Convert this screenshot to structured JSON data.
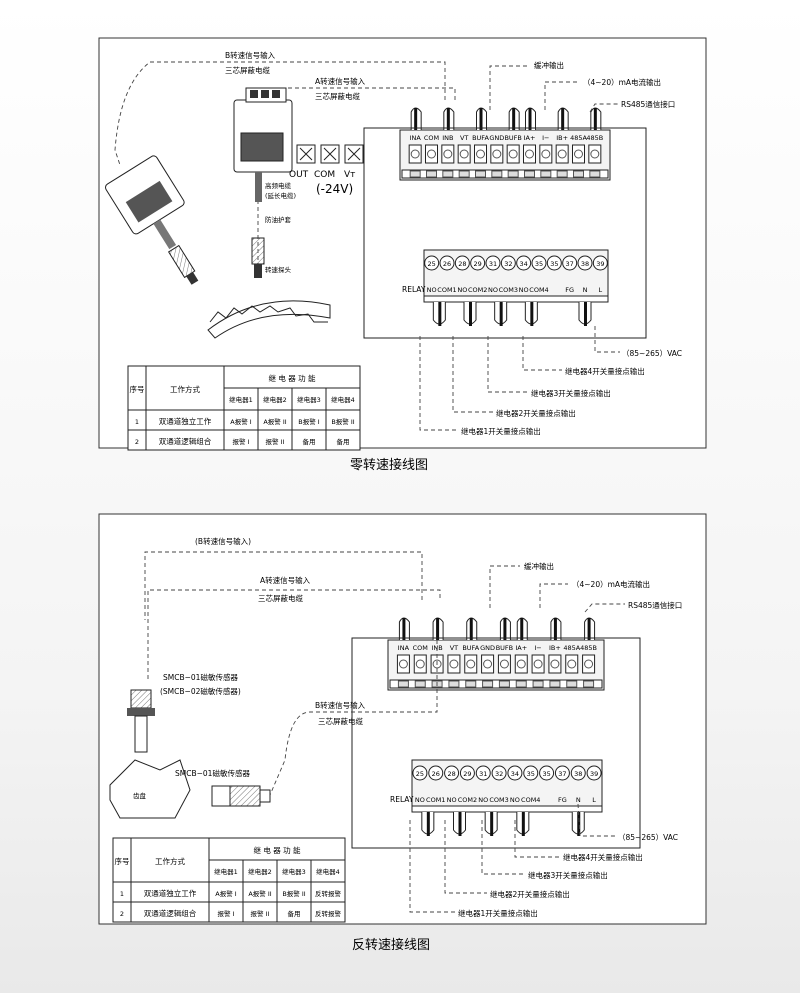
{
  "top": {
    "caption": "零转速接线图",
    "terminals_top": [
      "INA",
      "COM",
      "INB",
      "VT",
      "BUFA",
      "GND",
      "BUFB",
      "IA+",
      "I−",
      "IB+",
      "485A",
      "485B"
    ],
    "relay_nums": [
      "25",
      "26",
      "28",
      "29",
      "31",
      "32",
      "34",
      "35",
      "35",
      "37",
      "38",
      "39"
    ],
    "relay_labels": [
      "NO",
      "COM1",
      "NO",
      "COM2",
      "NO",
      "COM3",
      "NO",
      "COM4",
      "",
      "FG",
      "N",
      "L"
    ],
    "relay_title": "RELAY",
    "callout_b": "B转速信号输入",
    "callout_b_cable": "三芯屏蔽电缆",
    "callout_a": "A转速信号输入",
    "callout_a_cable": "三芯屏蔽电缆",
    "buffer": "缓冲输出",
    "current": "（4~20）mA电流输出",
    "rs485": "RS485通信接口",
    "module_out": "OUT",
    "module_com": "COM",
    "module_vt": "Vт",
    "module_voltage": "(-24V)",
    "hf_cable_1": "高频电缆",
    "hf_cable_2": "(延长电缆)",
    "oil_sleeve": "防油护套",
    "probe": "转速探头",
    "power": "（85~265）VAC",
    "relay4": "继电器4开关量接点输出",
    "relay3": "继电器3开关量接点输出",
    "relay2": "继电器2开关量接点输出",
    "relay1": "继电器1开关量接点输出"
  },
  "bottom": {
    "caption": "反转速接线图",
    "terminals_top": [
      "INA",
      "COM",
      "INB",
      "VT",
      "BUFA",
      "GND",
      "BUFB",
      "IA+",
      "I−",
      "IB+",
      "485A",
      "485B"
    ],
    "relay_nums": [
      "25",
      "26",
      "28",
      "29",
      "31",
      "32",
      "34",
      "35",
      "35",
      "37",
      "38",
      "39"
    ],
    "relay_labels": [
      "NO",
      "COM1",
      "NO",
      "COM2",
      "NO",
      "COM3",
      "NO",
      "COM4",
      "",
      "FG",
      "N",
      "L"
    ],
    "relay_title": "RELAY",
    "callout_b": "(B转速信号输入)",
    "callout_a": "A转速信号输入",
    "callout_a_cable": "三芯屏蔽电缆",
    "callout_b2": "B转速信号输入",
    "callout_b2_cable": "三芯屏蔽电缆",
    "buffer": "缓冲输出",
    "current": "（4~20）mA电流输出",
    "rs485": "RS485通信接口",
    "sensor1": "SMCB−01磁敏传感器",
    "sensor1b": "(SMCB−02磁敏传感器)",
    "sensor2": "SMCB−01磁敏传感器",
    "gear": "齿盘",
    "power": "（85~265）VAC",
    "relay4": "继电器4开关量接点输出",
    "relay3": "继电器3开关量接点输出",
    "relay2": "继电器2开关量接点输出",
    "relay1": "继电器1开关量接点输出"
  },
  "tables": {
    "top": {
      "h_seq": "序号",
      "h_mode": "工作方式",
      "h_func": "继 电 器 功 能",
      "relays": [
        "继电器1",
        "继电器2",
        "继电器3",
        "继电器4"
      ],
      "rows": [
        [
          "1",
          "双通道独立工作",
          "A报警 I",
          "A报警 II",
          "B报警 I",
          "B报警 II"
        ],
        [
          "2",
          "双通道逻辑组合",
          "报警 I",
          "报警 II",
          "备用",
          "备用"
        ]
      ]
    },
    "bottom": {
      "h_seq": "序号",
      "h_mode": "工作方式",
      "h_func": "继 电 器 功 能",
      "relays": [
        "继电器1",
        "继电器2",
        "继电器3",
        "继电器4"
      ],
      "rows": [
        [
          "1",
          "双通道独立工作",
          "A报警 I",
          "A报警 II",
          "B报警 II",
          "反转报警"
        ],
        [
          "2",
          "双通道逻辑组合",
          "报警 I",
          "报警 II",
          "备用",
          "反转报警"
        ]
      ]
    }
  }
}
